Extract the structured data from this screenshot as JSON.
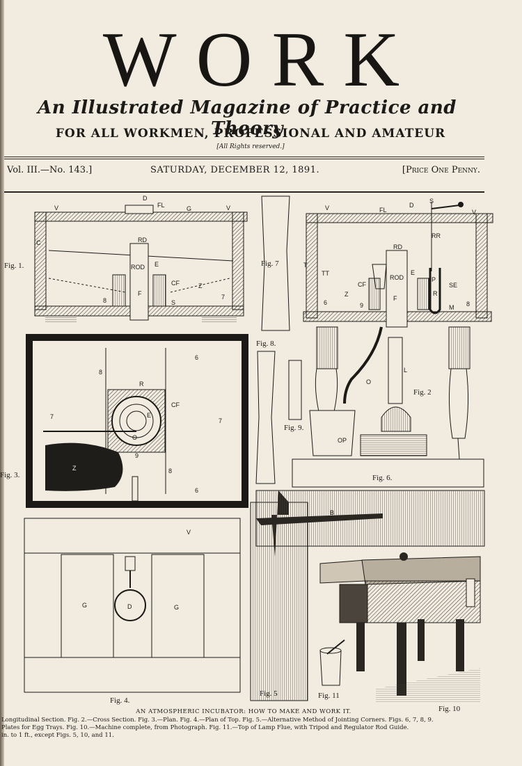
{
  "masthead": {
    "title": "WORK",
    "subtitle": "An Illustrated Magazine of Practice and Theory",
    "tagline": "FOR ALL WORKMEN, PROFESSIONAL AND AMATEUR",
    "rights": "[All Rights reserved.]"
  },
  "issue": {
    "volume": "Vol. III.—No. 143.]",
    "date": "SATURDAY, DECEMBER 12, 1891.",
    "price": "[Price One Penny."
  },
  "figures": {
    "fig1": "Fig. 1.",
    "fig2": "Fig. 2",
    "fig3": "Fig. 3.",
    "fig4": "Fig. 4.",
    "fig5": "Fig. 5",
    "fig6": "Fig. 6.",
    "fig7": "Fig. 7",
    "fig8": "Fig. 8.",
    "fig9": "Fig. 9.",
    "fig10": "Fig. 10",
    "fig11": "Fig. 11"
  },
  "letters": {
    "v": "V",
    "d": "D",
    "fl": "FL",
    "g": "G",
    "rd": "RD",
    "rod": "ROD",
    "e": "E",
    "f": "F",
    "cf": "CF",
    "z": "Z",
    "s": "S",
    "c": "C",
    "t": "T",
    "tt": "TT",
    "rr": "RR",
    "p": "P",
    "r": "R",
    "se": "SE",
    "m": "M",
    "o": "O",
    "l": "L",
    "op": "OP",
    "b": "B",
    "n6": "6",
    "n7": "7",
    "n8": "8",
    "n9": "9"
  },
  "caption": {
    "title": "AN ATMOSPHERIC INCUBATOR: HOW TO MAKE AND WORK IT.",
    "line1": "Longitudinal Section. Fig. 2.—Cross Section. Fig. 3.—Plan. Fig. 4.—Plan of Top. Fig. 5.—Alternative Method of Jointing Corners. Figs. 6, 7, 8, 9.",
    "line2": "Plates for Egg Trays. Fig. 10.—Machine complete, from Photograph. Fig. 11.—Top of Lamp Flue, with Tripod and Regulator Rod Guide.",
    "line3": "in. to 1 ft., except Figs. 5, 10, and 11."
  },
  "colors": {
    "paper": "#f1ebe0",
    "ink": "#1c1a17",
    "hatch": "#3a3530"
  }
}
